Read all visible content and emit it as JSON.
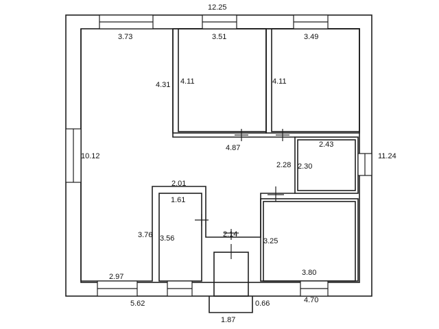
{
  "plan": {
    "dimensions": {
      "outer_width": "12.25",
      "outer_height": "11.24",
      "bottom_left_width": "5.62",
      "entrance_width": "1.87",
      "entrance_depth": "0.66",
      "bottom_right_width": "4.70"
    },
    "rooms": {
      "living_room": {
        "top": "3.73",
        "left": "10.12",
        "bottom": "2.97",
        "right_upper": "4.31",
        "right_lower": "3.76"
      },
      "bedroom_1": {
        "top": "3.51",
        "side": "4.11"
      },
      "bedroom_2": {
        "top": "3.49",
        "side": "4.11"
      },
      "hall": {
        "bottom": "4.87",
        "top_corridor": "2.01",
        "right": "2.28",
        "passage": "2.14"
      },
      "bathroom": {
        "top": "2.43",
        "side": "2.30"
      },
      "storage": {
        "top": "1.61",
        "side": "3.56"
      },
      "kitchen": {
        "side": "3.25",
        "bottom": "3.80"
      }
    }
  }
}
